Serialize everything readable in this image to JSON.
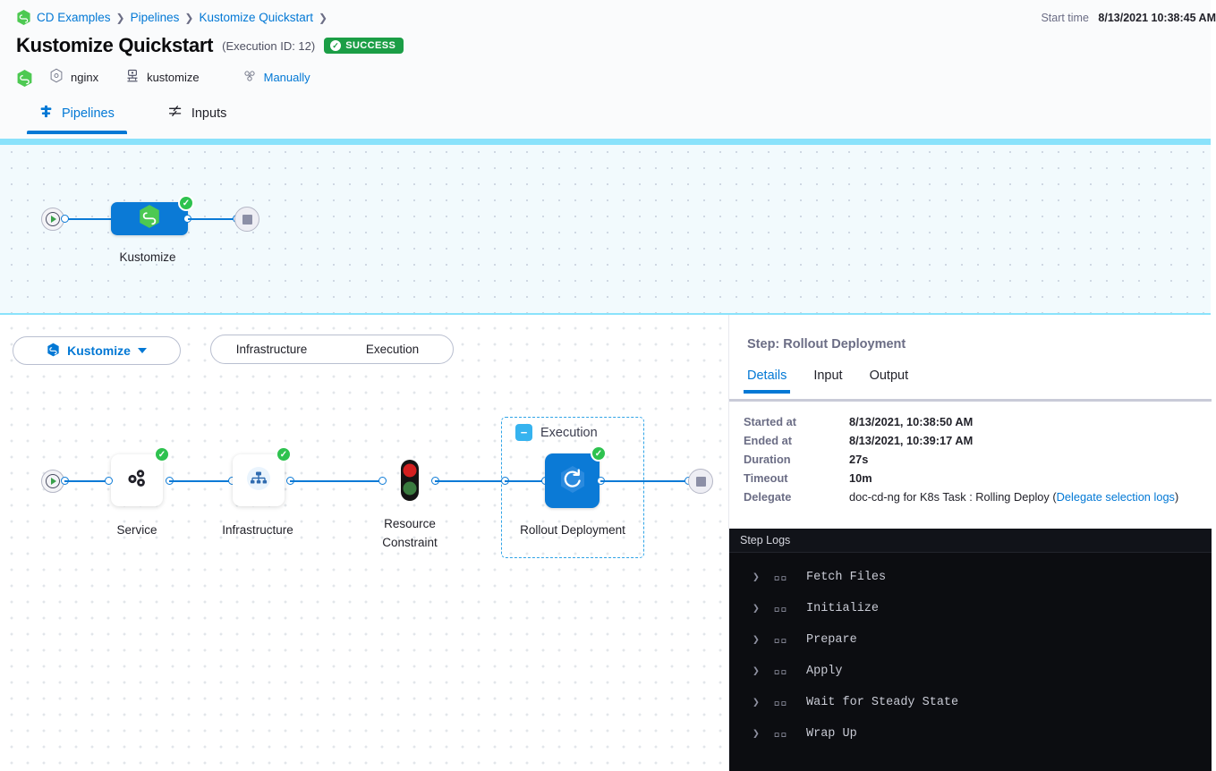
{
  "header": {
    "breadcrumb": [
      {
        "label": "CD Examples",
        "icon": "harness-hex-icon"
      },
      {
        "label": "Pipelines",
        "icon": ""
      },
      {
        "label": "Kustomize Quickstart",
        "icon": ""
      }
    ],
    "start_time_label": "Start time",
    "start_time_value": "8/13/2021 10:38:45 AM",
    "title": "Kustomize Quickstart",
    "execution_id": "(Execution ID: 12)",
    "status_badge": "SUCCESS",
    "status_color": "#1b9e46",
    "meta": [
      {
        "icon": "harness-hex-icon",
        "label": ""
      },
      {
        "icon": "service-hex-icon",
        "label": "nginx"
      },
      {
        "icon": "infrastructure-icon",
        "label": "kustomize"
      },
      {
        "icon": "trigger-manually-icon",
        "label": "Manually"
      }
    ]
  },
  "tabs": [
    {
      "label": "Pipelines",
      "icon": "pipeline-icon",
      "active": true
    },
    {
      "label": "Inputs",
      "icon": "inputs-icon",
      "active": false
    }
  ],
  "pipeline_graph": {
    "start_node": "start-icon",
    "stop_node": "stop-icon",
    "stage": {
      "label": "Kustomize",
      "icon": "harness-hex-icon",
      "status": "success"
    }
  },
  "stage_selector": {
    "stage_label": "Kustomize",
    "segments": [
      "Infrastructure",
      "Execution"
    ]
  },
  "stage_graph": {
    "nodes": [
      {
        "label": "Service",
        "icon": "service-gears-icon",
        "status": "success"
      },
      {
        "label": "Infrastructure",
        "icon": "infrastructure-tree-icon",
        "status": "success"
      },
      {
        "label": "Resource Constraint",
        "icon": "traffic-light-icon",
        "status": "none"
      },
      {
        "label": "Rollout Deployment",
        "icon": "rollout-refresh-icon",
        "status": "success"
      }
    ],
    "group": {
      "label": "Execution",
      "collapse_icon": "minus-icon"
    }
  },
  "right_panel": {
    "step_title": "Step: Rollout Deployment",
    "tabs": [
      {
        "label": "Details",
        "active": true
      },
      {
        "label": "Input",
        "active": false
      },
      {
        "label": "Output",
        "active": false
      }
    ],
    "details": [
      {
        "key": "Started at",
        "value": "8/13/2021, 10:38:50 AM"
      },
      {
        "key": "Ended at",
        "value": "8/13/2021, 10:39:17 AM"
      },
      {
        "key": "Duration",
        "value": "27s"
      },
      {
        "key": "Timeout",
        "value": "10m"
      }
    ],
    "delegate": {
      "key": "Delegate",
      "value_prefix": "doc-cd-ng for K8s Task : Rolling Deploy (",
      "link": "Delegate selection logs",
      "value_suffix": ")"
    },
    "logs": {
      "title": "Step Logs",
      "rows": [
        {
          "label": "Fetch Files",
          "status": "success"
        },
        {
          "label": "Initialize",
          "status": "success"
        },
        {
          "label": "Prepare",
          "status": "success"
        },
        {
          "label": "Apply",
          "status": "success"
        },
        {
          "label": "Wait for Steady State",
          "status": "success"
        },
        {
          "label": "Wrap Up",
          "status": "success"
        }
      ]
    }
  }
}
